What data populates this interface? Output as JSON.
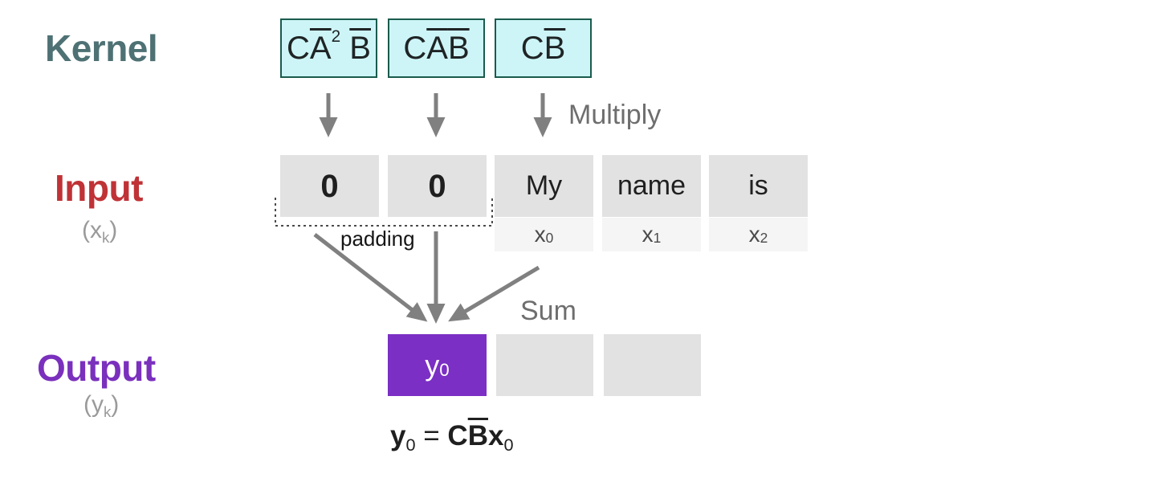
{
  "colors": {
    "kernel_label": "#4e7174",
    "input_label": "#bf3236",
    "output_label": "#7a30bd",
    "sub_label_gray": "#9a9a9a",
    "hint_gray": "#6e6e6e",
    "arrow_gray": "#808080",
    "kernel_box_fill": "#cdf5f8",
    "kernel_box_border": "#1a5b4c",
    "cell_fill": "#e2e2e2",
    "cell_sub_fill": "#f5f5f5",
    "output_fill": "#7b2fc4",
    "cell_text": "#1f1f1f",
    "formula_text": "#1f1f1f",
    "padding_text": "#151515"
  },
  "sections": {
    "kernel": {
      "label": "Kernel",
      "boxes": [
        {
          "tokens": [
            {
              "t": "C"
            },
            {
              "t": "A",
              "bar": true
            },
            {
              "t": "2",
              "sup": true
            },
            {
              "t": " "
            },
            {
              "t": "B",
              "bar": true
            }
          ]
        },
        {
          "tokens": [
            {
              "t": "C"
            },
            {
              "t": "A",
              "bar": true
            },
            {
              "t": "B",
              "bar": true
            }
          ]
        },
        {
          "tokens": [
            {
              "t": "C"
            },
            {
              "t": "B",
              "bar": true
            }
          ]
        }
      ]
    },
    "input": {
      "label": "Input",
      "sublabel_tokens": [
        {
          "t": "(x"
        },
        {
          "t": "k",
          "sub": true
        },
        {
          "t": ")"
        }
      ],
      "cells": [
        "0",
        "0",
        "My",
        "name",
        "is"
      ],
      "index_labels": [
        [
          {
            "t": "x"
          },
          {
            "t": "0",
            "sub": true
          }
        ],
        [
          {
            "t": "x"
          },
          {
            "t": "1",
            "sub": true
          }
        ],
        [
          {
            "t": "x"
          },
          {
            "t": "2",
            "sub": true
          }
        ]
      ],
      "padding_label": "padding"
    },
    "annotations": {
      "multiply": "Multiply",
      "sum": "Sum"
    },
    "output": {
      "label": "Output",
      "sublabel_tokens": [
        {
          "t": "(y"
        },
        {
          "t": "k",
          "sub": true
        },
        {
          "t": ")"
        }
      ],
      "first_cell_tokens": [
        {
          "t": "y"
        },
        {
          "t": "0",
          "sub": true
        }
      ]
    },
    "formula_tokens": [
      {
        "t": "y",
        "b": true
      },
      {
        "t": "0",
        "sub": true
      },
      {
        "t": " = "
      },
      {
        "t": "C",
        "b": true
      },
      {
        "t": "B",
        "b": true,
        "bar": true
      },
      {
        "t": "x",
        "b": true
      },
      {
        "t": "0",
        "sub": true
      }
    ]
  }
}
